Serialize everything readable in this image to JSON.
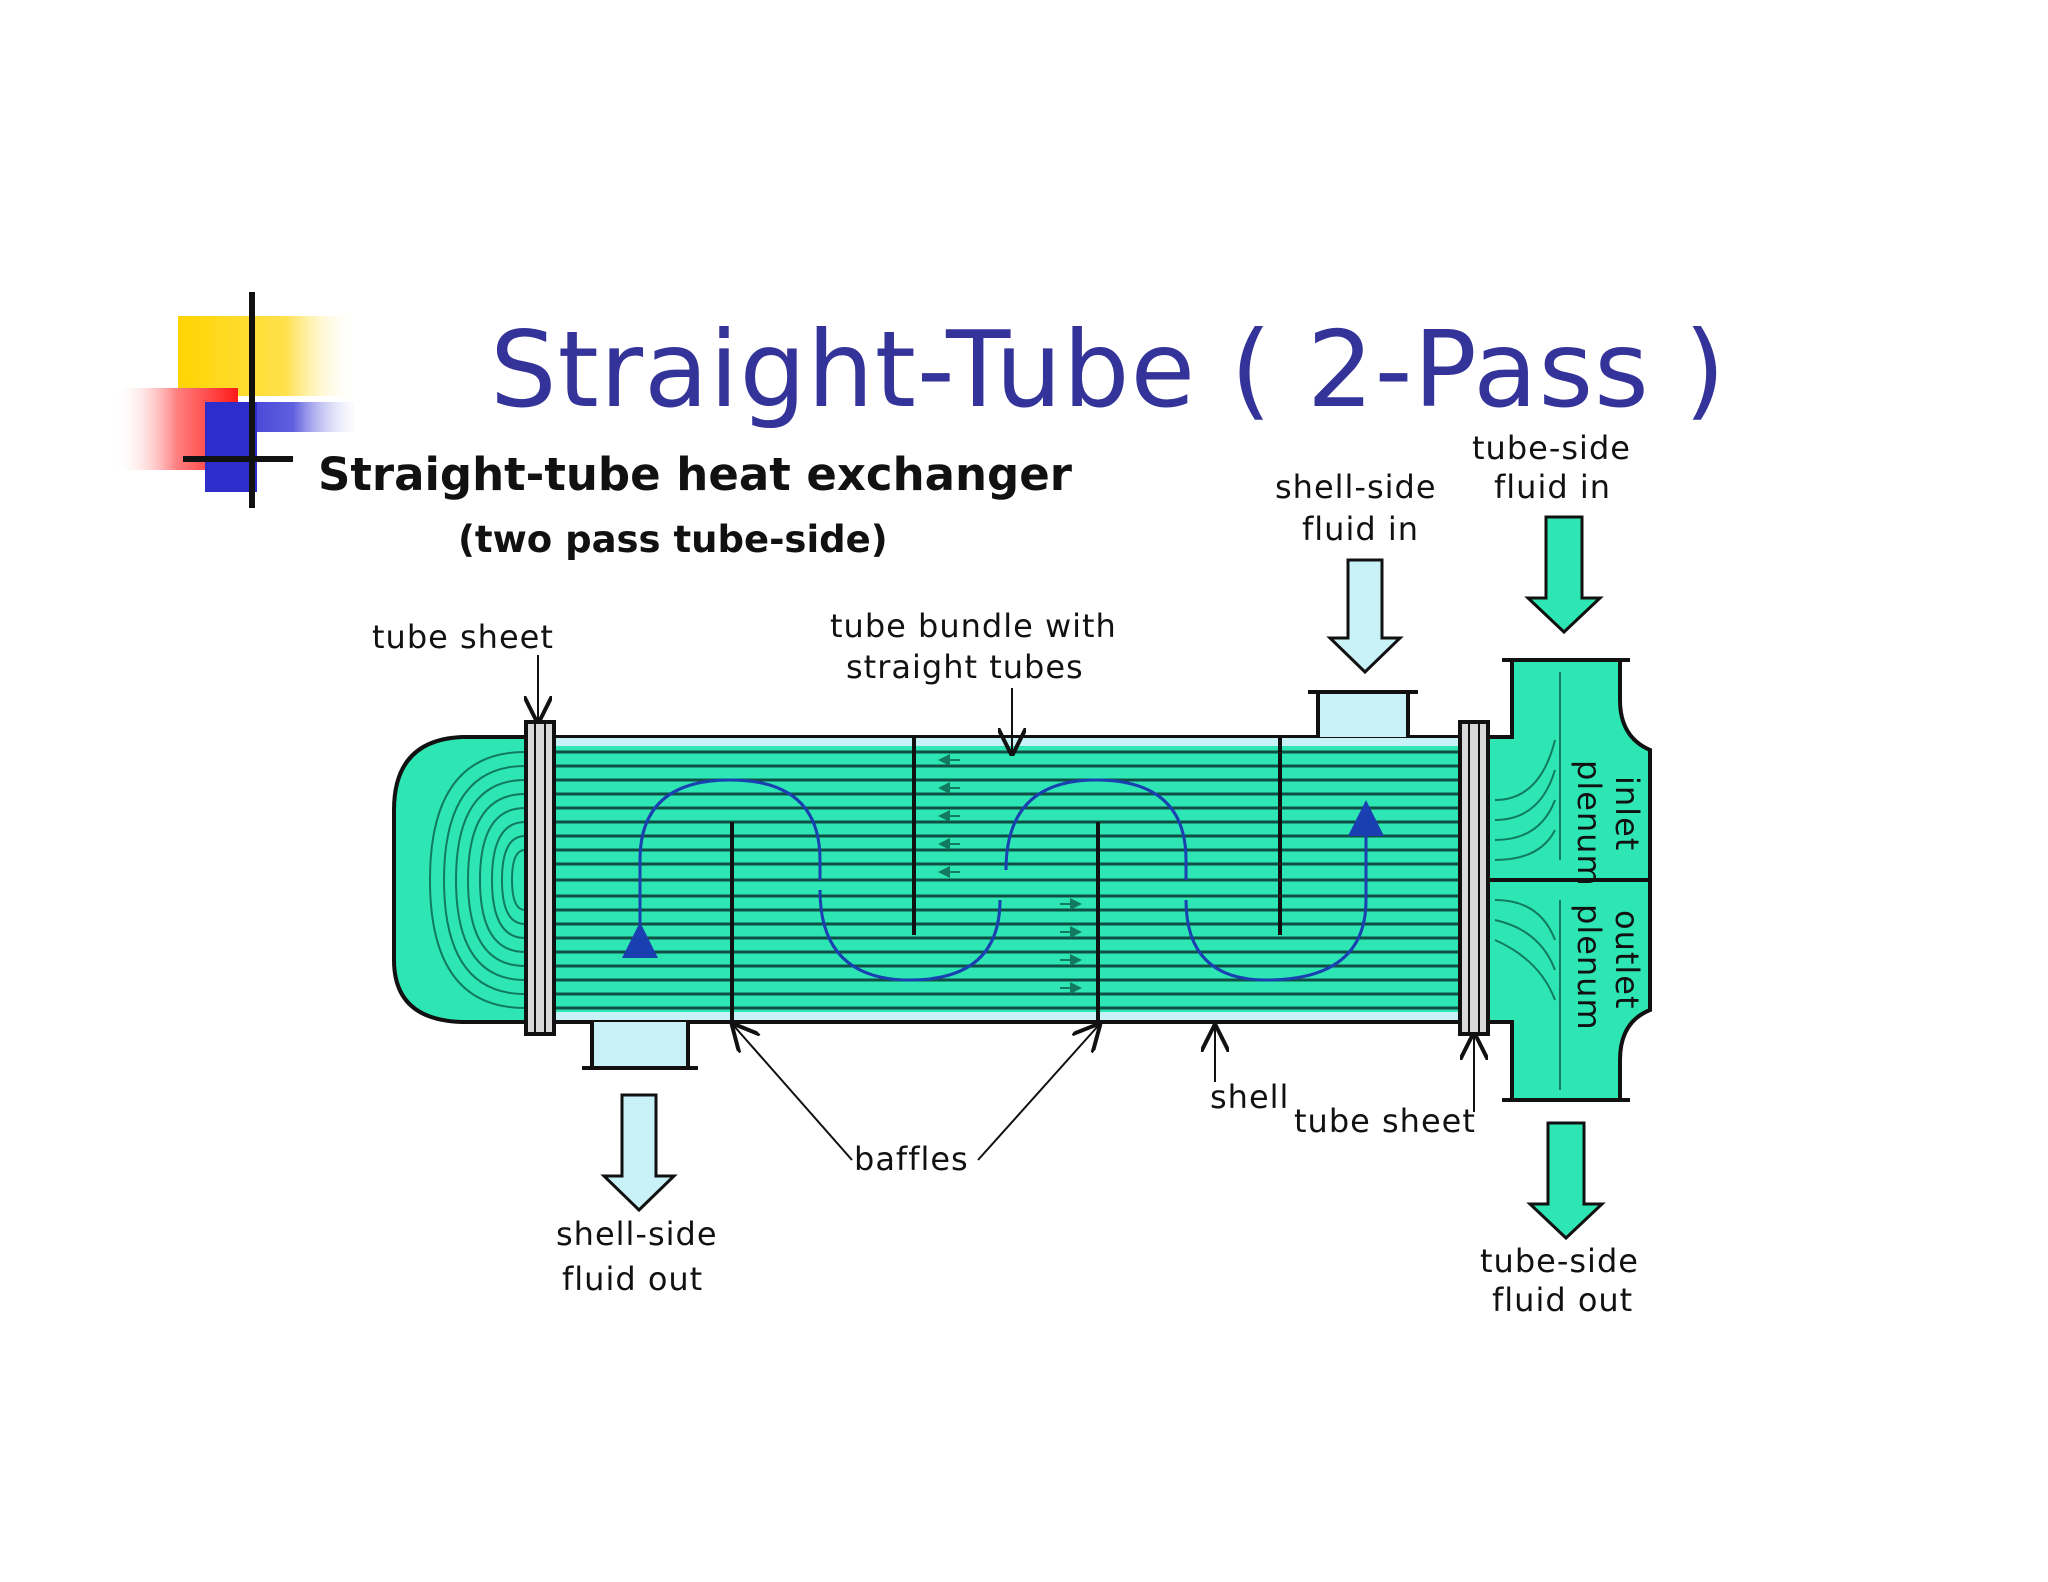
{
  "slide": {
    "title": "Straight-Tube  ( 2-Pass )"
  },
  "diagram": {
    "heading": "Straight-tube heat exchanger",
    "subheading": "(two pass tube-side)",
    "labels": {
      "tube_sheet_left": "tube sheet",
      "tube_bundle_line1": "tube bundle with",
      "tube_bundle_line2": "straight tubes",
      "shell_side_in_line1": "shell-side",
      "shell_side_in_line2": "fluid in",
      "tube_side_in_line1": "tube-side",
      "tube_side_in_line2": "fluid in",
      "inlet_plenum_line1": "inlet",
      "inlet_plenum_line2": "plenum",
      "outlet_plenum_line1": "outlet",
      "outlet_plenum_line2": "plenum",
      "shell": "shell",
      "tube_sheet_right": "tube sheet",
      "baffles": "baffles",
      "shell_side_out_line1": "shell-side",
      "shell_side_out_line2": "fluid out",
      "tube_side_out_line1": "tube-side",
      "tube_side_out_line2": "fluid out"
    },
    "colors": {
      "tube_fluid": "#2ee6b4",
      "shell_fluid": "#c8f2f8",
      "flow_arrow": "#1a3fb0",
      "title": "#33339a"
    }
  }
}
